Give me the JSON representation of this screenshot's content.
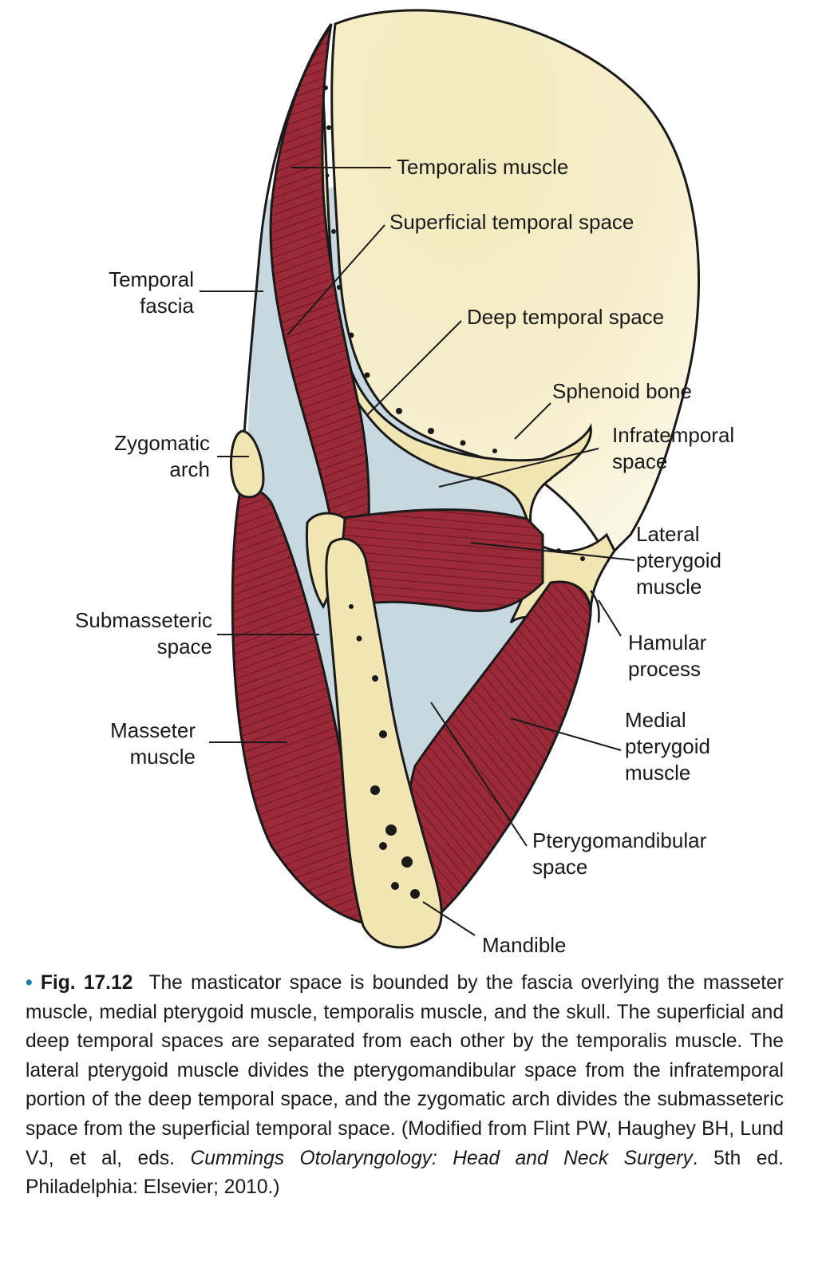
{
  "labels": {
    "temporalis_muscle": "Temporalis muscle",
    "superficial_temporal_space": "Superficial temporal space",
    "temporal_fascia": "Temporal\nfascia",
    "deep_temporal_space": "Deep temporal space",
    "sphenoid_bone": "Sphenoid bone",
    "zygomatic_arch": "Zygomatic\narch",
    "infratemporal_space": "Infratemporal\nspace",
    "lateral_pterygoid_muscle": "Lateral\npterygoid\nmuscle",
    "submasseteric_space": "Submasseteric\nspace",
    "hamular_process": "Hamular\nprocess",
    "masseter_muscle": "Masseter\nmuscle",
    "medial_pterygoid_muscle": "Medial\npterygoid\nmuscle",
    "pterygomandibular_space": "Pterygomandibular\nspace",
    "mandible": "Mandible"
  },
  "caption": {
    "bullet": "•",
    "figure_number": "Fig. 17.12",
    "text": "The masticator space is bounded by the fascia overlying the masseter muscle, medial pterygoid muscle, temporalis muscle, and the skull. The superficial and deep temporal spaces are separated from each other by the temporalis muscle. The lateral pterygoid muscle divides the pterygomandibular space from the infratemporal portion of the deep temporal space, and the zygomatic arch divides the submasseteric space from the superficial temporal space. (Modified from Flint PW, Haughey BH, Lund VJ, et al, eds.",
    "book_title": "Cummings Otolaryngology: Head and Neck Surgery",
    "edition": ". 5th ed. Philadelphia: Elsevier; 2010.)"
  },
  "colors": {
    "muscle": "#9b2a38",
    "muscle_fiber": "#5e1019",
    "bone": "#f1e5b4",
    "space": "#c8d8e0",
    "outline": "#1a1a1a"
  }
}
